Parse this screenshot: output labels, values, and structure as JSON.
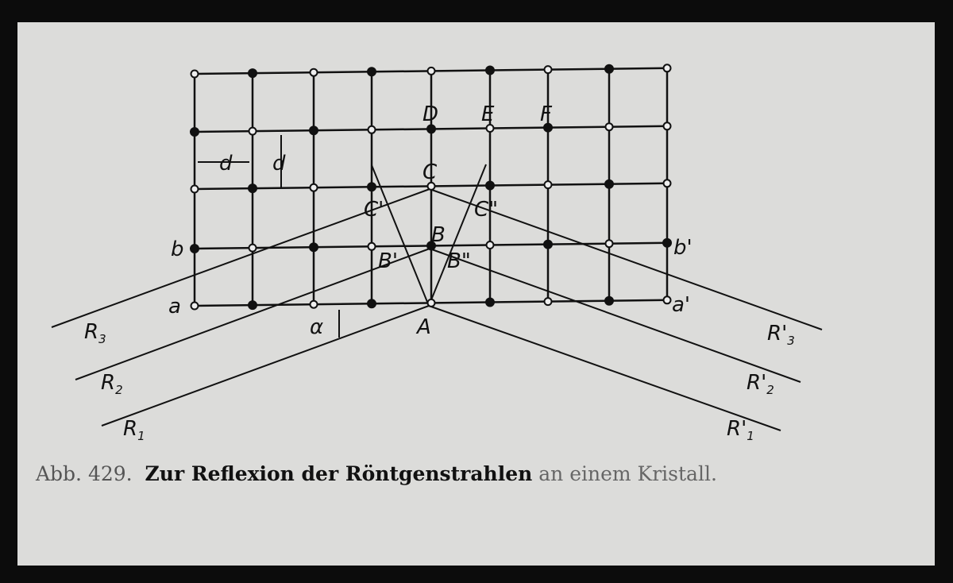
{
  "caption": {
    "figure": "Abb. 429.",
    "bold": "Zur Reflexion der Röntgenstrahlen",
    "tail": "an einem Kristall."
  },
  "labels": {
    "D": "D",
    "E": "E",
    "F": "F",
    "C": "C",
    "C1": "C'",
    "C2": "C\"",
    "B": "B",
    "B1": "B'",
    "B2": "B\"",
    "A": "A",
    "a": "a",
    "a1": "a'",
    "b": "b",
    "b1": "b'",
    "d": "d",
    "alpha": "α",
    "R": "R",
    "R1p": "R'"
  },
  "subscripts": {
    "one": "1",
    "two": "2",
    "three": "3"
  },
  "lattice": {
    "rows": 5,
    "cols": 9
  }
}
